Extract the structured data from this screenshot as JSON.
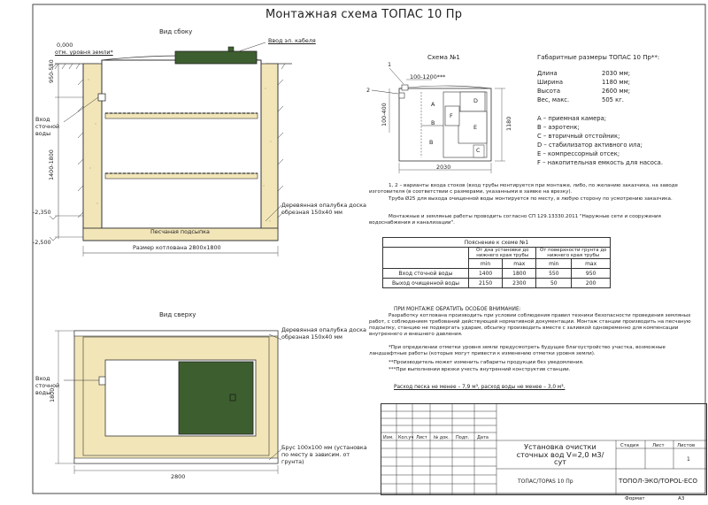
{
  "title": "Монтажная схема ТОПАС 10 Пр",
  "side_view": {
    "label": "Вид сбоку",
    "level_value": "0,000",
    "level_label": "отм. уровня земли*",
    "cable_input": "Ввод эл. кабеля",
    "inlet": "Вход сточной воды",
    "dim_top": "950-550",
    "dim_mid": "1400-1800",
    "mark_1": "-2,350",
    "mark_2": "-2,500",
    "formwork": "Деревянная опалубка доска обрезная 150х40 мм",
    "sand_bed": "Песчаная подсыпка",
    "pit_size": "Размер котлована 2800х1800"
  },
  "scheme": {
    "label": "Схема №1",
    "num_1": "1",
    "num_2": "2",
    "dim_top": "100-1200***",
    "dim_side": "100-400",
    "dim_height": "1180",
    "dim_length": "2030",
    "zones": [
      "A",
      "B",
      "B",
      "C",
      "D",
      "E",
      "F"
    ]
  },
  "dimensions": {
    "heading": "Габаритные размеры ТОПАС 10 Пр**:",
    "rows": [
      {
        "label": "Длина",
        "value": "2030 мм;"
      },
      {
        "label": "Ширина",
        "value": "1180 мм;"
      },
      {
        "label": "Высота",
        "value": "2600 мм;"
      },
      {
        "label": "Вес, макс.",
        "value": "505 кг."
      }
    ],
    "legend": [
      "A – приемная камера;",
      "B – аэротенк;",
      "C – вторичный отстойник;",
      "D – стабилизатор активного ила;",
      "E – компрессорный отсек;",
      "F – накопительная емкость для насоса."
    ]
  },
  "notes": {
    "p1": "1, 2 – варианты входа стоков (вход трубы монтируется при монтаже, либо, по желанию заказчика, на заводе изготовителя (в соответствии с размерами, указанными в заявке на врезку).",
    "p2": "Труба Ø25 для выхода очищенной воды монтируется по месту, в любую сторону по усмотрению заказчика.",
    "p3": "Монтажные и земляные работы проводить согласно СП 129.13330.2011 \"Наружные сети и сооружения водоснабжения и канализации\"."
  },
  "explain_table": {
    "title": "Пояснение к схеме №1",
    "col1": "От дна установки до нижнего края трубы",
    "col2": "От поверхности грунта до нижнего края трубы",
    "min": "min",
    "max": "max",
    "rows": [
      {
        "label": "Вход сточной воды",
        "v": [
          "1400",
          "1800",
          "550",
          "950"
        ]
      },
      {
        "label": "Выход очищенной воды",
        "v": [
          "2150",
          "2300",
          "50",
          "200"
        ]
      }
    ]
  },
  "attention": {
    "heading": "ПРИ МОНТАЖЕ ОБРАТИТЬ ОСОБОЕ ВНИМАНИЕ:",
    "p1": "Разработку котлована производить при условии соблюдения правил техники безопасности проведения земляных работ, с соблюдением требований действующей нормативной документации. Монтаж станции производить на песчаную подсыпку, станцию не подвергать ударам, обсыпку производить вместе с заливкой одновременно для компенсации внутреннего и внешнего давления.",
    "p2": "*При определении отметки уровня земли предусмотреть будущее благоустройство участка, возможные ландшафтные работы (которые могут привести к изменению отметки уровня земли).",
    "p3": "**Производитель может изменить габариты продукции без уведомления.",
    "p4": "***При выполнении врезки учесть внутренний конструктив станции.",
    "sand": "Расход песка не менее – 7,9 м³, расход воды не менее – 3,0 м³."
  },
  "top_view": {
    "label": "Вид сверху",
    "formwork": "Деревянная опалубка доска обрезная 150х40 мм",
    "inlet": "Вход сточной воды",
    "beam": "Брус 100х100 мм (установка по месту в зависим. от грунта)",
    "dim_height": "1800",
    "dim_width": "2800"
  },
  "stamp": {
    "headers": [
      "Изм.",
      "Кол.уч",
      "Лист",
      "№ док.",
      "Подп.",
      "Дата"
    ],
    "name": "Установка очистки сточных вод V=2,0 м3/сут",
    "product": "ТОПАС/TOPAS 10 Пр",
    "stage_label": "Стадия",
    "sheet_label": "Лист",
    "sheets_label": "Листов",
    "sheets_value": "1",
    "company": "ТОПОЛ-ЭКО/TOPOL-ECO",
    "format_label": "Формат",
    "format_value": "А3"
  },
  "colors": {
    "sand": "#f2e6b9",
    "green": "#3d5f2f",
    "line": "#333333"
  }
}
